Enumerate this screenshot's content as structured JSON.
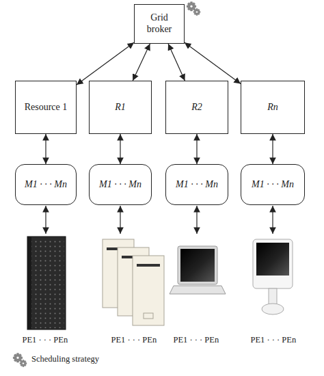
{
  "diagram": {
    "nodes": [
      {
        "text": [
          "Grid broker"
        ]
      },
      {
        "text": [
          "Resource 1"
        ]
      },
      {
        "text": [
          "R1"
        ]
      },
      {
        "text": [
          "R2"
        ]
      },
      {
        "text": [
          "Rn"
        ]
      },
      {
        "text": [
          "M1 · · · Mn"
        ]
      },
      {
        "text": [
          "M1 · · · Mn"
        ]
      },
      {
        "text": [
          "M1 · · · Mn"
        ]
      },
      {
        "text": [
          "M1 · · · Mn"
        ]
      }
    ],
    "edges": [
      {
        "from": 0,
        "to": 1,
        "arrow": "both"
      },
      {
        "from": 0,
        "to": 2,
        "arrow": "both"
      },
      {
        "from": 0,
        "to": 3,
        "arrow": "both"
      },
      {
        "from": 0,
        "to": 4,
        "arrow": "both"
      },
      {
        "from": 1,
        "to": 5,
        "arrow": "both"
      },
      {
        "from": 2,
        "to": 6,
        "arrow": "both"
      },
      {
        "from": 3,
        "to": 7,
        "arrow": "both"
      },
      {
        "from": 4,
        "to": 8,
        "arrow": "both"
      }
    ],
    "labels": [
      "PE1 · · · PEn",
      "PE1 · · · PEn",
      "PE1 · · · PEn",
      "PE1 · · · PEn"
    ],
    "legend": [
      {
        "text": "Scheduling strategy"
      }
    ]
  }
}
